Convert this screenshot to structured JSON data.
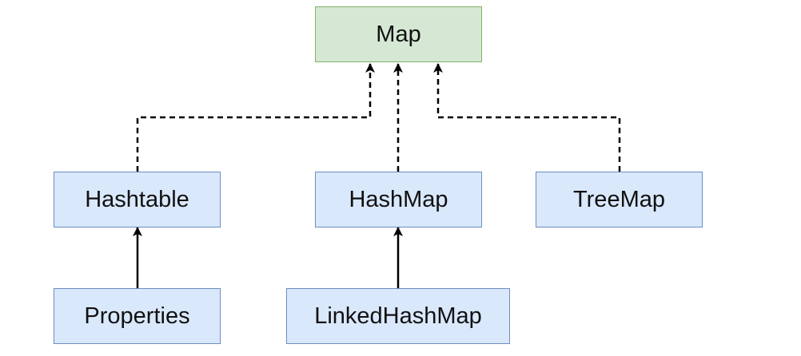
{
  "diagram": {
    "nodes": {
      "map": {
        "label": "Map",
        "fill": "#d5e8d4",
        "stroke": "#82b366"
      },
      "hashtable": {
        "label": "Hashtable",
        "fill": "#dae8fc",
        "stroke": "#6c8ebf"
      },
      "hashmap": {
        "label": "HashMap",
        "fill": "#dae8fc",
        "stroke": "#6c8ebf"
      },
      "treemap": {
        "label": "TreeMap",
        "fill": "#dae8fc",
        "stroke": "#6c8ebf"
      },
      "properties": {
        "label": "Properties",
        "fill": "#dae8fc",
        "stroke": "#6c8ebf"
      },
      "linkedhashmap": {
        "label": "LinkedHashMap",
        "fill": "#dae8fc",
        "stroke": "#6c8ebf"
      }
    },
    "edges": [
      {
        "from": "hashtable",
        "to": "map",
        "style": "dashed"
      },
      {
        "from": "hashmap",
        "to": "map",
        "style": "dashed"
      },
      {
        "from": "treemap",
        "to": "map",
        "style": "dashed"
      },
      {
        "from": "properties",
        "to": "hashtable",
        "style": "solid"
      },
      {
        "from": "linkedhashmap",
        "to": "hashmap",
        "style": "solid"
      }
    ]
  }
}
